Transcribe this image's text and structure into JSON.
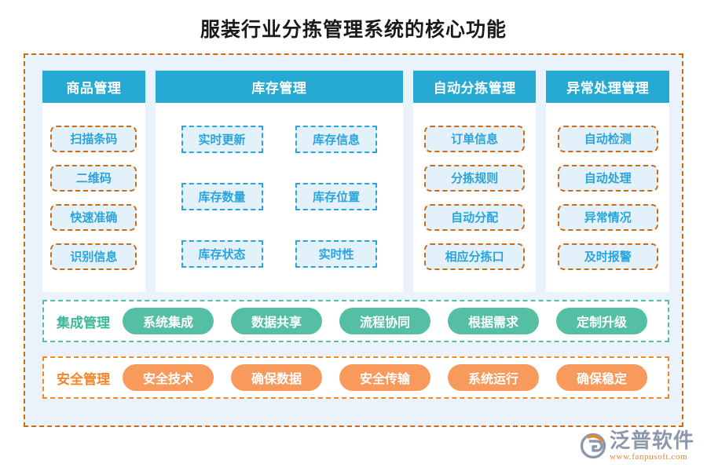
{
  "title": "服装行业分拣管理系统的核心功能",
  "colors": {
    "header_blue": "#26AAD4",
    "chip_text_blue": "#2BA4DB",
    "chip_fill_blue": "#E3F1FB",
    "dashed_orange": "#CC6B14",
    "dashed_blue": "#2BA4DB",
    "teal_green": "#55BFA4",
    "pill_orange": "#F79A5C",
    "frame_bg": "#EAF3FC"
  },
  "columns": [
    {
      "header": "商品管理",
      "style": "orange-rounded",
      "items": [
        "扫描条码",
        "二维码",
        "快速准确",
        "识别信息"
      ]
    },
    {
      "header": "库存管理",
      "style": "blue-rect",
      "items": [
        "实时更新",
        "库存信息",
        "库存数量",
        "库存位置",
        "库存状态",
        "实时性"
      ]
    },
    {
      "header": "自动分拣管理",
      "style": "orange-rounded",
      "items": [
        "订单信息",
        "分拣规则",
        "自动分配",
        "相应分拣口"
      ]
    },
    {
      "header": "异常处理管理",
      "style": "orange-rounded",
      "items": [
        "自动检测",
        "自动处理",
        "异常情况",
        "及时报警"
      ]
    }
  ],
  "integration_row": {
    "label": "集成管理",
    "pills": [
      "系统集成",
      "数据共享",
      "流程协同",
      "根据需求",
      "定制升级"
    ]
  },
  "security_row": {
    "label": "安全管理",
    "pills": [
      "安全技术",
      "确保数据",
      "安全传输",
      "系统运行",
      "确保稳定"
    ]
  },
  "logo": {
    "name": "泛普软件",
    "url": "www.fanpusoft.com"
  }
}
